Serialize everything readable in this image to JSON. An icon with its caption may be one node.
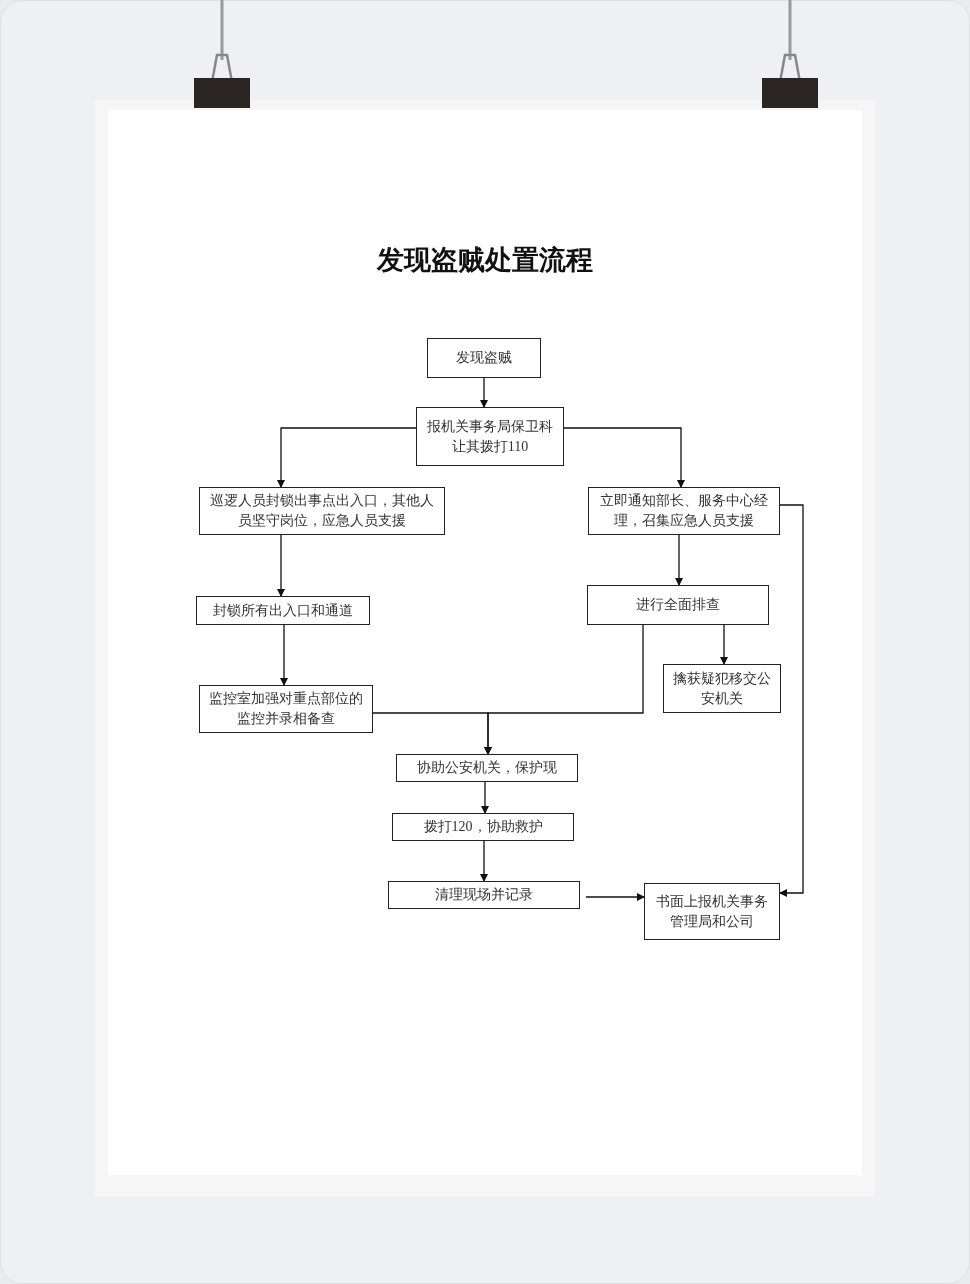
{
  "diagram": {
    "title": "发现盗贼处置流程",
    "nodes": [
      {
        "text": [
          "发现盗贼"
        ]
      },
      {
        "text": [
          "报机关事务局保卫科让其拨打110"
        ]
      },
      {
        "text": [
          "巡逻人员封锁出事点出入口，其他人员坚守岗位，应急人员支援"
        ]
      },
      {
        "text": [
          "立即通知部长、服务中心经理，召集应急人员支援"
        ]
      },
      {
        "text": [
          "封锁所有出入口和通道"
        ]
      },
      {
        "text": [
          "进行全面排查"
        ]
      },
      {
        "text": [
          "监控室加强对重点部位的监控并录相备查"
        ]
      },
      {
        "text": [
          "擒获疑犯移交公安机关"
        ]
      },
      {
        "text": [
          "协助公安机关，保护现"
        ]
      },
      {
        "text": [
          "拨打120，协助救护"
        ]
      },
      {
        "text": [
          "清理现场并记录"
        ]
      },
      {
        "text": [
          "书面上报机关事务管理局和公司"
        ]
      }
    ],
    "edges": [
      {
        "from": 0,
        "to": 1,
        "arrow": "to"
      },
      {
        "from": 1,
        "to": 2,
        "arrow": "to"
      },
      {
        "from": 1,
        "to": 3,
        "arrow": "to"
      },
      {
        "from": 2,
        "to": 4,
        "arrow": "to"
      },
      {
        "from": 4,
        "to": 6,
        "arrow": "to"
      },
      {
        "from": 3,
        "to": 5,
        "arrow": "to"
      },
      {
        "from": 5,
        "to": 7,
        "arrow": "to"
      },
      {
        "from": 6,
        "to": 8,
        "arrow": "to"
      },
      {
        "from": 5,
        "to": 8,
        "arrow": "to"
      },
      {
        "from": 8,
        "to": 9,
        "arrow": "to"
      },
      {
        "from": 9,
        "to": 10,
        "arrow": "to"
      },
      {
        "from": 10,
        "to": 11,
        "arrow": "to"
      },
      {
        "from": 3,
        "to": 11,
        "arrow": "to"
      }
    ]
  }
}
